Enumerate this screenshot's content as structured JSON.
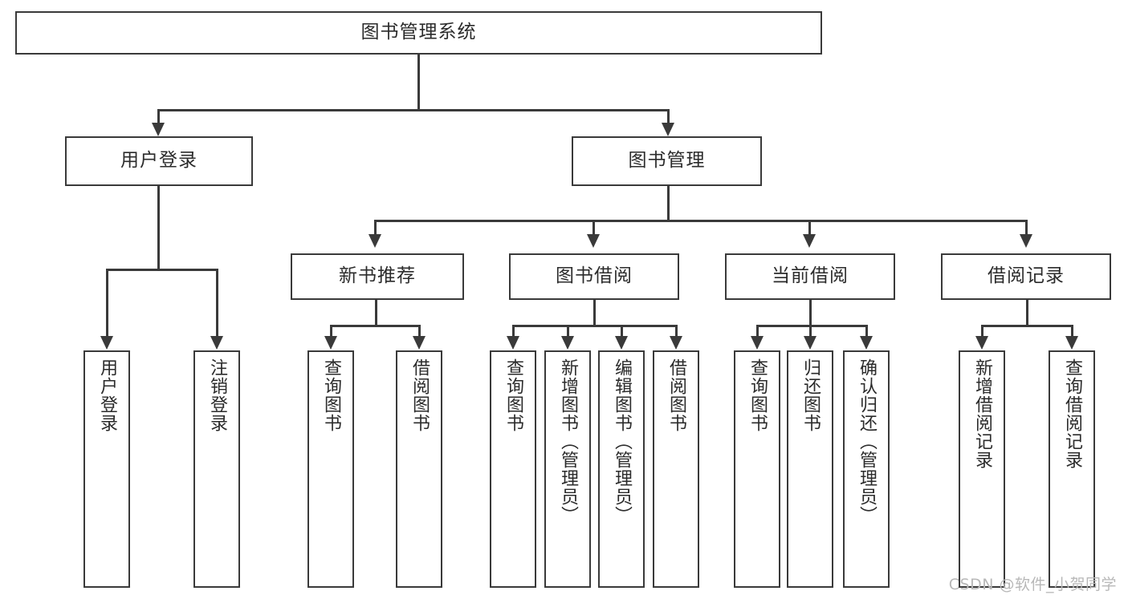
{
  "diagram": {
    "title": "图书管理系统",
    "type": "tree",
    "watermark": "CSDN @软件_小贺同学",
    "colors": {
      "stroke": "#3a3a3a",
      "fill": "#ffffff",
      "text": "#2b2b2b",
      "watermark": "#b8b8b8"
    },
    "root": {
      "label": "图书管理系统"
    },
    "level2": [
      {
        "label": "用户登录"
      },
      {
        "label": "图书管理"
      }
    ],
    "level3": [
      {
        "label": "新书推荐"
      },
      {
        "label": "图书借阅"
      },
      {
        "label": "当前借阅"
      },
      {
        "label": "借阅记录"
      }
    ],
    "leaves": {
      "user_login": [
        {
          "label": "用户登录"
        },
        {
          "label": "注销登录"
        }
      ],
      "new_book": [
        {
          "label": "查询图书"
        },
        {
          "label": "借阅图书"
        }
      ],
      "book_borrow": [
        {
          "label": "查询图书"
        },
        {
          "label": "新增图书（管理员）"
        },
        {
          "label": "编辑图书（管理员）"
        },
        {
          "label": "借阅图书"
        }
      ],
      "current_borrow": [
        {
          "label": "查询图书"
        },
        {
          "label": "归还图书"
        },
        {
          "label": "确认归还（管理员）"
        }
      ],
      "borrow_record": [
        {
          "label": "新增借阅记录"
        },
        {
          "label": "查询借阅记录"
        }
      ]
    }
  }
}
